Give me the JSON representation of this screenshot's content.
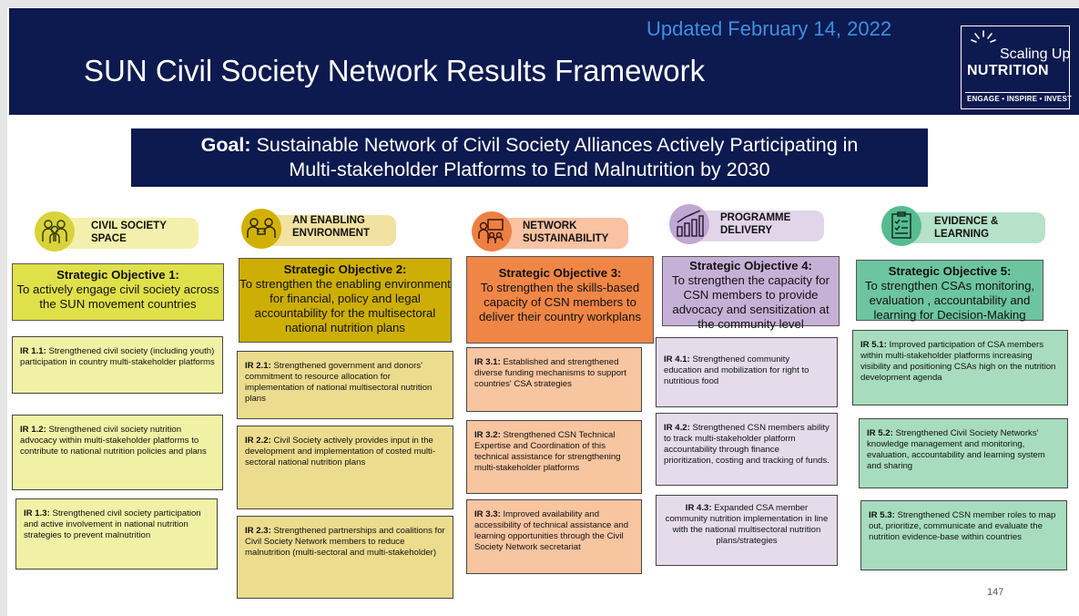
{
  "header": {
    "updated": "Updated February 14, 2022",
    "title": "SUN Civil Society Network Results Framework",
    "logo": {
      "line1": "Scaling Up",
      "line2": "NUTRITION",
      "tagline": "ENGAGE • INSPIRE • INVEST"
    }
  },
  "goal": {
    "prefix": "Goal:",
    "line1": " Sustainable Network of Civil Society Alliances Actively Participating in",
    "line2": "Multi-stakeholder Platforms to End Malnutrition by 2030"
  },
  "columns": [
    {
      "head": [
        "CIVIL SOCIETY",
        "SPACE"
      ],
      "icon": "people-group-icon",
      "so_title": "Strategic Objective 1:",
      "so_text": "To actively engage civil society across the SUN movement countries",
      "irs": [
        {
          "code": "IR 1.1:",
          "text": " Strengthened civil society (including youth) participation in country multi-stakeholder platforms"
        },
        {
          "code": "IR 1.2:",
          "text": " Strengthened civil society nutrition advocacy within multi-stakeholder platforms to contribute to national nutrition policies and plans"
        },
        {
          "code": "IR 1.3:",
          "text": " Strengthened civil society participation and active involvement in national nutrition strategies to prevent malnutrition"
        }
      ]
    },
    {
      "head": [
        "AN ENABLING",
        "ENVIRONMENT"
      ],
      "icon": "meeting-icon",
      "so_title": "Strategic Objective 2:",
      "so_text": "To strengthen the enabling environment for financial, policy and legal accountability for the multisectoral national nutrition plans",
      "irs": [
        {
          "code": "IR 2.1:",
          "text": " Strengthened government and donors' commitment to resource allocation for implementation of national multisectoral nutrition plans"
        },
        {
          "code": "IR 2.2:",
          "text": " Civil Society actively provides input in the development and implementation of costed multi-sectoral national nutrition plans"
        },
        {
          "code": "IR 2.3:",
          "text": " Strengthened partnerships and coalitions for Civil Society Network members to reduce malnutrition (multi-sectoral and multi-stakeholder)"
        }
      ]
    },
    {
      "head": [
        "NETWORK",
        "SUSTAINABILITY"
      ],
      "icon": "presentation-icon",
      "so_title": "Strategic Objective 3:",
      "so_text": "To strengthen the skills-based capacity of CSN members to deliver their country workplans",
      "irs": [
        {
          "code": "IR 3.1:",
          "text": " Established and strengthened diverse funding mechanisms to support countries' CSA strategies"
        },
        {
          "code": "IR 3.2:",
          "text": " Strengthened CSN Technical Expertise and Coordination of  this technical assistance for strengthening multi-stakeholder platforms"
        },
        {
          "code": "IR 3.3:",
          "text": " Improved availability and accessibility of technical assistance and learning opportunities through the Civil Society Network secretariat"
        }
      ]
    },
    {
      "head": [
        "PROGRAMME",
        "DELIVERY"
      ],
      "icon": "bar-chart-icon",
      "so_title": "Strategic Objective 4:",
      "so_text": "To strengthen the capacity for CSN members to provide advocacy and sensitization at the community level",
      "irs": [
        {
          "code": "IR 4.1:",
          "text": " Strengthened community education and mobilization for right to nutritious food"
        },
        {
          "code": "IR 4.2:",
          "text": " Strengthened CSN members ability to track multi-stakeholder platform accountability through finance prioritization, costing and tracking of funds."
        },
        {
          "code": "IR 4.3:",
          "text": " Expanded CSA member community nutrition implementation in line with the national multisectoral nutrition plans/strategies"
        }
      ]
    },
    {
      "head": [
        "EVIDENCE &",
        "LEARNING"
      ],
      "icon": "clipboard-icon",
      "so_title": "Strategic Objective 5:",
      "so_text": "To strengthen CSAs monitoring, evaluation , accountability and learning for Decision-Making",
      "irs": [
        {
          "code": "IR 5.1:",
          "text": " Improved participation of CSA members within multi-stakeholder platforms increasing visibility and positioning CSAs high on the nutrition development agenda"
        },
        {
          "code": "IR 5.2:",
          "text": " Strengthened Civil Society Networks' knowledge management and monitoring, evaluation, accountability and learning system and sharing"
        },
        {
          "code": "IR 5.3:",
          "text": " Strengthened CSN member roles to map out, prioritize, communicate and evaluate the nutrition evidence-base within countries"
        }
      ]
    }
  ],
  "colors": {
    "navy": "#0d1a4f",
    "c1_so": "#e0e04a",
    "c1_ir": "#f1f1a6",
    "c1_band": "#f3f0ad",
    "c1_circle": "#d8d33a",
    "c2_so": "#cdae05",
    "c2_ir": "#ecdc8e",
    "c2_band": "#f1e2a2",
    "c2_circle": "#d2b000",
    "c3_so": "#f08646",
    "c3_ir": "#f7c5a0",
    "c3_band": "#f8c2a3",
    "c3_circle": "#ee7f43",
    "c4_so": "#c6b1d6",
    "c4_ir": "#e6dbeb",
    "c4_band": "#e2d5ea",
    "c4_circle": "#c0a8d2",
    "c5_so": "#6dc5a0",
    "c5_ir": "#a8dcbe",
    "c5_band": "#b5e2c9",
    "c5_circle": "#56bc90"
  },
  "page_number": "147"
}
